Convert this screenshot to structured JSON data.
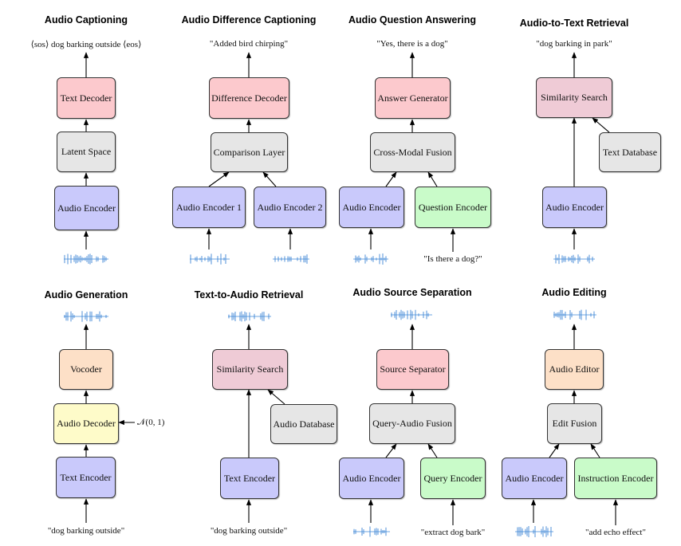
{
  "colors": {
    "encoder": "#c9c9fb",
    "decoder": "#fcc9cd",
    "neutral": "#e6e6e6",
    "question": "#c9fbc9",
    "similarity": "#efcbd6",
    "vocoder": "#fde0c7",
    "latent": "#fefbc9",
    "waveform": "#3d86d6"
  },
  "panels": {
    "audio_captioning": {
      "title": "Audio Captioning",
      "output_text": "⟨sos⟩ dog barking outside ⟨eos⟩",
      "text_decoder": "Text Decoder",
      "latent_space": "Latent Space",
      "audio_encoder": "Audio Encoder",
      "input_icon": "audio-waveform-icon"
    },
    "audio_difference_captioning": {
      "title": "Audio Difference Captioning",
      "output_text": "\"Added bird chirping\"",
      "difference_decoder": "Difference Decoder",
      "comparison_layer": "Comparison Layer",
      "audio_encoder_1": "Audio Encoder 1",
      "audio_encoder_2": "Audio Encoder 2",
      "input_icon": "audio-waveform-icon"
    },
    "audio_question_answering": {
      "title": "Audio Question Answering",
      "output_text": "\"Yes, there is a dog\"",
      "answer_generator": "Answer Generator",
      "cross_modal_fusion": "Cross-Modal Fusion",
      "audio_encoder": "Audio Encoder",
      "question_encoder": "Question Encoder",
      "question_text": "\"Is there a dog?\"",
      "input_icon": "audio-waveform-icon"
    },
    "audio_to_text_retrieval": {
      "title": "Audio-to-Text Retrieval",
      "output_text": "\"dog barking in park\"",
      "similarity_search": "Similarity Search",
      "text_database": "Text Database",
      "audio_encoder": "Audio Encoder",
      "input_icon": "audio-waveform-icon"
    },
    "audio_generation": {
      "title": "Audio Generation",
      "output_icon": "audio-waveform-icon",
      "vocoder": "Vocoder",
      "audio_decoder": "Audio Decoder",
      "noise_label": "𝒩(0, 1)",
      "text_encoder": "Text Encoder",
      "input_text": "\"dog barking outside\""
    },
    "text_to_audio_retrieval": {
      "title": "Text-to-Audio Retrieval",
      "output_icon": "audio-waveform-icon",
      "similarity_search": "Similarity Search",
      "audio_database": "Audio Database",
      "text_encoder": "Text Encoder",
      "input_text": "\"dog barking outside\""
    },
    "audio_source_separation": {
      "title": "Audio Source Separation",
      "output_icon": "audio-waveform-icon",
      "source_separator": "Source Separator",
      "query_audio_fusion": "Query-Audio Fusion",
      "audio_encoder": "Audio Encoder",
      "query_encoder": "Query Encoder",
      "query_text": "\"extract dog bark\"",
      "input_icon": "audio-waveform-icon"
    },
    "audio_editing": {
      "title": "Audio Editing",
      "output_icon": "audio-waveform-icon",
      "audio_editor": "Audio Editor",
      "edit_fusion": "Edit Fusion",
      "audio_encoder": "Audio Encoder",
      "instruction_encoder": "Instruction Encoder",
      "instruction_text": "\"add echo effect\"",
      "input_icon": "audio-waveform-icon"
    }
  }
}
